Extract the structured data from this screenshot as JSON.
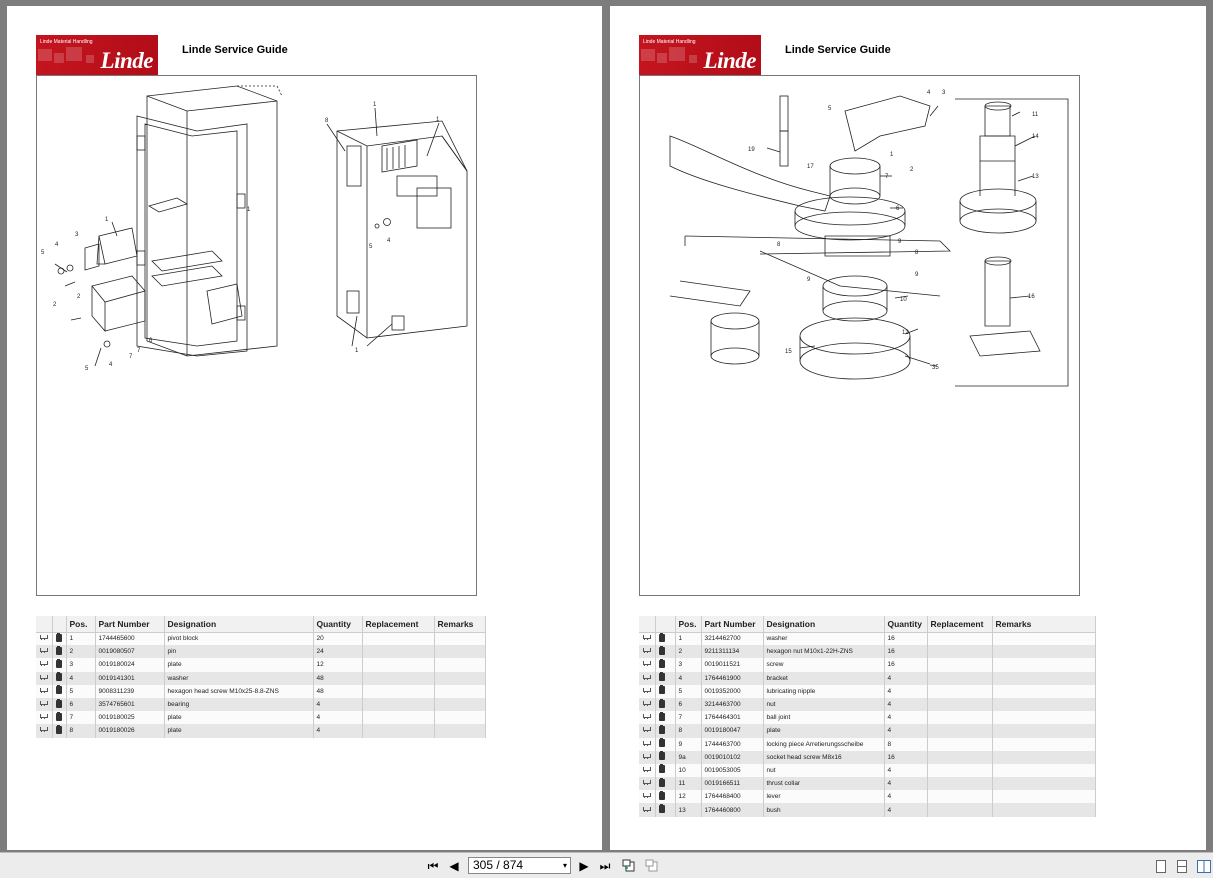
{
  "document": {
    "brand_tagline": "Linde Material Handling",
    "brand_word": "Linde",
    "guide_title": "Linde Service Guide"
  },
  "table_headers": [
    "",
    "",
    "Pos.",
    "Part Number",
    "Designation",
    "Quantity",
    "Replacement",
    "Remarks"
  ],
  "left_page": {
    "callouts": [
      "1",
      "8",
      "1",
      "1",
      "3",
      "4",
      "5",
      "2",
      "7",
      "2",
      "6",
      "7",
      "5",
      "4",
      "1",
      "5",
      "4",
      "1"
    ],
    "rows": [
      {
        "pos": "1",
        "part": "1744465600",
        "designation": "pivot block",
        "qty": "20"
      },
      {
        "pos": "2",
        "part": "0019080507",
        "designation": "pin",
        "qty": "24"
      },
      {
        "pos": "3",
        "part": "0019180024",
        "designation": "plate",
        "qty": "12"
      },
      {
        "pos": "4",
        "part": "0019141301",
        "designation": "washer",
        "qty": "48"
      },
      {
        "pos": "5",
        "part": "9008311239",
        "designation": "hexagon head screw M10x25-8.8-ZNS",
        "qty": "48"
      },
      {
        "pos": "6",
        "part": "3574765601",
        "designation": "bearing",
        "qty": "4"
      },
      {
        "pos": "7",
        "part": "0019180025",
        "designation": "plate",
        "qty": "4"
      },
      {
        "pos": "8",
        "part": "0019180026",
        "designation": "plate",
        "qty": "4"
      }
    ]
  },
  "right_page": {
    "callouts": [
      "5",
      "4",
      "3",
      "11",
      "14",
      "13",
      "19",
      "17",
      "1",
      "2",
      "7",
      "6",
      "9",
      "8",
      "9",
      "8",
      "9",
      "10",
      "12",
      "15",
      "35",
      "16"
    ],
    "rows": [
      {
        "pos": "1",
        "part": "3214462700",
        "designation": "washer",
        "qty": "16"
      },
      {
        "pos": "2",
        "part": "9211311134",
        "designation": "hexagon nut M10x1-22H-ZNS",
        "qty": "16"
      },
      {
        "pos": "3",
        "part": "0019011521",
        "designation": "screw",
        "qty": "16"
      },
      {
        "pos": "4",
        "part": "1764461900",
        "designation": "bracket",
        "qty": "4"
      },
      {
        "pos": "5",
        "part": "0019352000",
        "designation": "lubricating nipple",
        "qty": "4"
      },
      {
        "pos": "6",
        "part": "3214463700",
        "designation": "nut",
        "qty": "4"
      },
      {
        "pos": "7",
        "part": "1764464301",
        "designation": "ball joint",
        "qty": "4"
      },
      {
        "pos": "8",
        "part": "0019180047",
        "designation": "plate",
        "qty": "4"
      },
      {
        "pos": "9",
        "part": "1744463700",
        "designation": "locking piece Arretierungsscheibe",
        "qty": "8"
      },
      {
        "pos": "9a",
        "part": "0019010102",
        "designation": "socket head screw M8x16",
        "qty": "16"
      },
      {
        "pos": "10",
        "part": "0019053005",
        "designation": "nut",
        "qty": "4"
      },
      {
        "pos": "11",
        "part": "0019166511",
        "designation": "thrust collar",
        "qty": "4"
      },
      {
        "pos": "12",
        "part": "1764468400",
        "designation": "lever",
        "qty": "4"
      },
      {
        "pos": "13",
        "part": "1764460800",
        "designation": "bush",
        "qty": "4"
      }
    ]
  },
  "viewer": {
    "page_indicator": "305 / 874",
    "current_page": 305,
    "total_pages": 874,
    "first_glyph": "⏮",
    "prev_glyph": "◀",
    "next_glyph": "▶",
    "last_glyph": "⏭",
    "dropdown_glyph": "▾"
  },
  "colors": {
    "brand_red": "#c4151f",
    "viewer_background": "#7d7d7d",
    "toolbar": "#ececec"
  }
}
